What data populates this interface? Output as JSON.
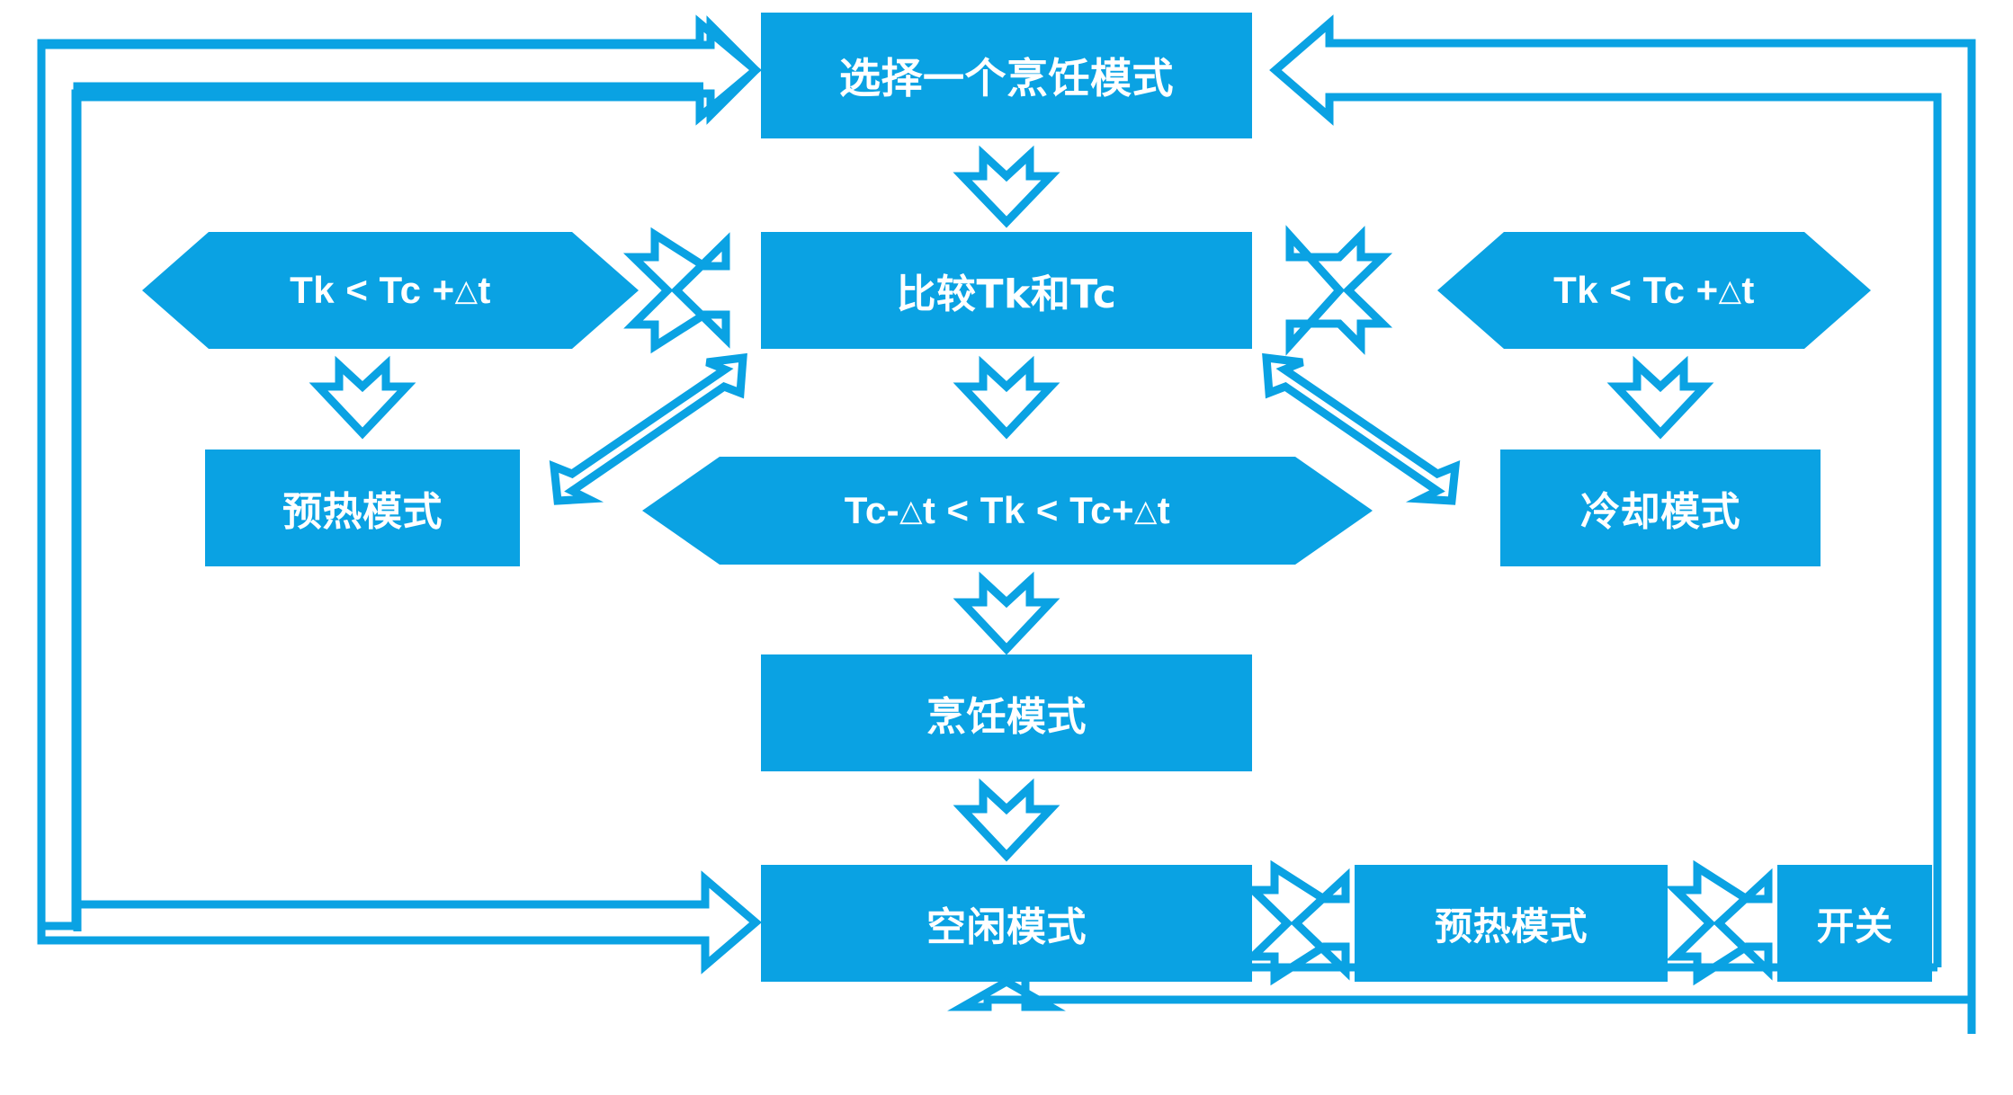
{
  "diagram": {
    "title_text_present": false,
    "accent_color": "#0AA2E3",
    "shape_fill": "#0AA2E3",
    "label_color": "#FFFFFF",
    "background": "#FFFFFF"
  },
  "nodes": {
    "select_mode": {
      "label": "选择一个烹饪模式",
      "shape": "rect"
    },
    "compare": {
      "label": "比较Tk和Tc",
      "shape": "rect"
    },
    "cond_left": {
      "label_pre": "Tk < Tc +",
      "label_tri": "△",
      "label_post": "t",
      "shape": "hexagon"
    },
    "cond_right": {
      "label_pre": "Tk < Tc +",
      "label_tri": "△",
      "label_post": "t",
      "shape": "hexagon"
    },
    "cond_mid": {
      "label_a": "Tc-",
      "label_tri1": "△",
      "label_b": "t < Tk < Tc+",
      "label_tri2": "△",
      "label_c": "t",
      "shape": "hexagon"
    },
    "preheat_left": {
      "label": "预热模式",
      "shape": "rect"
    },
    "cooling_right": {
      "label": "冷却模式",
      "shape": "rect"
    },
    "cooking": {
      "label": "烹饪模式",
      "shape": "rect"
    },
    "idle": {
      "label": "空闲模式",
      "shape": "rect"
    },
    "preheat_bottom": {
      "label": "预热模式",
      "shape": "rect"
    },
    "switch": {
      "label": "开关",
      "shape": "rect"
    }
  },
  "connectors": [
    {
      "name": "select-to-compare",
      "kind": "block-arrow",
      "direction": "down"
    },
    {
      "name": "compare-to-cond-left",
      "kind": "block-arrow",
      "direction": "left"
    },
    {
      "name": "compare-to-cond-right",
      "kind": "block-arrow",
      "direction": "right"
    },
    {
      "name": "compare-to-cond-mid",
      "kind": "block-arrow",
      "direction": "down"
    },
    {
      "name": "cond-left-to-preheat",
      "kind": "block-arrow",
      "direction": "down"
    },
    {
      "name": "cond-right-to-cooling",
      "kind": "block-arrow",
      "direction": "down"
    },
    {
      "name": "cond-mid-to-compare-left-diagonal",
      "kind": "outline-arrow",
      "direction": "up-right"
    },
    {
      "name": "cond-mid-to-compare-right-diagonal",
      "kind": "outline-arrow",
      "direction": "up-left"
    },
    {
      "name": "cond-mid-to-cooking",
      "kind": "block-arrow",
      "direction": "down"
    },
    {
      "name": "cooking-to-idle",
      "kind": "block-arrow",
      "direction": "down"
    },
    {
      "name": "preheat-bottom-to-idle",
      "kind": "block-arrow",
      "direction": "left"
    },
    {
      "name": "switch-to-preheat-bottom",
      "kind": "block-arrow",
      "direction": "left"
    },
    {
      "name": "idle-to-select-loop-outer-left",
      "kind": "outline-arrow-path",
      "direction": "right-into-select"
    },
    {
      "name": "idle-feedback-loop-left",
      "kind": "outline-arrow-path",
      "direction": "right-into-idle"
    },
    {
      "name": "right-loop-to-select",
      "kind": "outline-arrow-path",
      "direction": "left-into-select"
    },
    {
      "name": "right-loop-to-idle",
      "kind": "outline-arrow-path",
      "direction": "up-into-idle"
    }
  ]
}
